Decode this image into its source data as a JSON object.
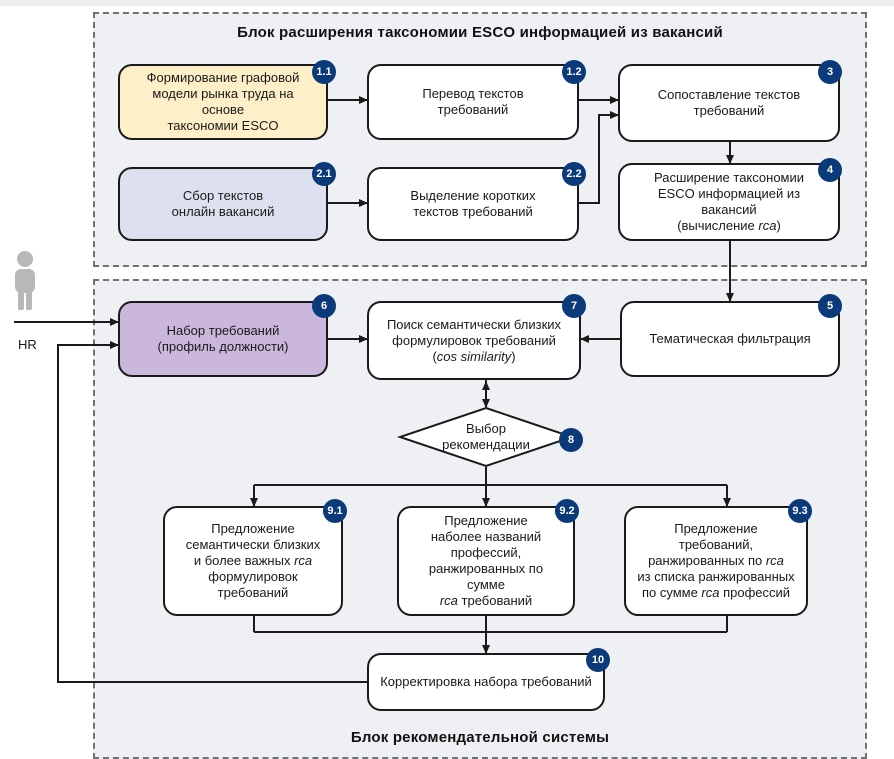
{
  "panels": {
    "top_title": "Блок расширения таксономии ESCO информацией из вакансий",
    "bottom_title": "Блок рекомендательной системы"
  },
  "actor": {
    "label": "HR",
    "icon": "person-icon"
  },
  "nodes": {
    "n1_1": {
      "num": "1.1",
      "text": "Формирование графовой\nмодели рынка труда на основе\nтаксономии ESCO"
    },
    "n1_2": {
      "num": "1.2",
      "text": "Перевод текстов\nтребований"
    },
    "n2_1": {
      "num": "2.1",
      "text": "Сбор текстов\nонлайн вакансий"
    },
    "n2_2": {
      "num": "2.2",
      "text": "Выделение коротких\nтекстов требований"
    },
    "n3": {
      "num": "3",
      "text": "Сопоставление текстов\nтребований"
    },
    "n4": {
      "num": "4",
      "text_main": "Расширение таксономии\nESCO информацией из вакансий\n(вычисление ",
      "text_em": "rca",
      "text_end": ")"
    },
    "n5": {
      "num": "5",
      "text": "Тематическая фильтрация"
    },
    "n6": {
      "num": "6",
      "text": "Набор требований\n(профиль должности)"
    },
    "n7": {
      "num": "7",
      "text_main": "Поиск семантически близких\nформулировок требований\n(",
      "text_em": "cos similarity",
      "text_end": ")"
    },
    "n8": {
      "num": "8",
      "text": "Выбор\nрекомендации"
    },
    "n9_1": {
      "num": "9.1",
      "text_a": "Предложение\nсемантически близких\nи более важных ",
      "text_em": "rca",
      "text_b": "\nформулировок\nтребований"
    },
    "n9_2": {
      "num": "9.2",
      "text_a": "Предложение\nнаболее названий\nпрофессий,\nранжированных по сумме\n",
      "text_em": "rca",
      "text_b": " требований"
    },
    "n9_3": {
      "num": "9.3",
      "text_a": "Предложение\nтребований,\nранжированных по ",
      "text_em": "rca",
      "text_b": "\nиз списка ранжированных\nпо сумме ",
      "text_em2": "rca",
      "text_c": " профессий"
    },
    "n10": {
      "num": "10",
      "text": "Корректировка набора требований"
    }
  },
  "colors": {
    "badge": "#0a3a7a",
    "yellow": "#fdefc8",
    "blue": "#dde0ef",
    "purple": "#cbb7db",
    "panel": "#eef0f4"
  }
}
